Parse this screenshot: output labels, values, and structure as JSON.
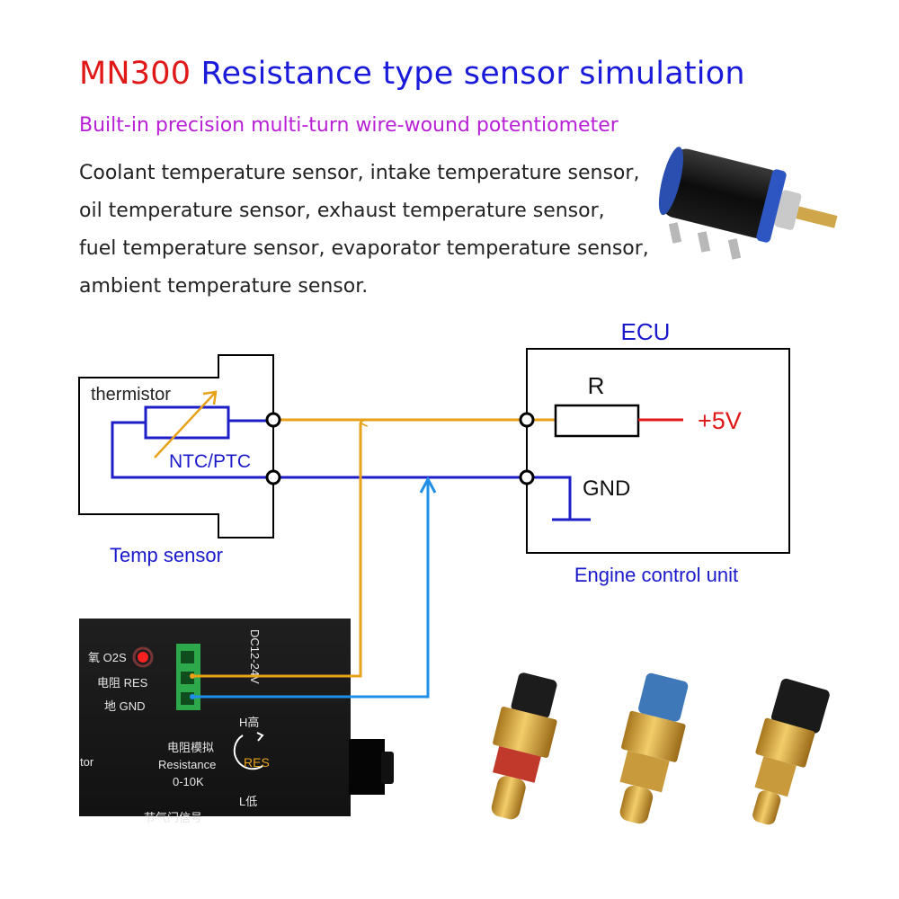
{
  "header": {
    "title_model": "MN300",
    "title_rest": "Resistance type sensor simulation",
    "subtitle": "Built-in precision multi-turn wire-wound potentiometer",
    "description_lines": [
      "Coolant temperature sensor, intake temperature sensor,",
      "oil temperature sensor, exhaust temperature sensor,",
      "fuel temperature sensor, evaporator temperature sensor,",
      "ambient temperature sensor."
    ]
  },
  "diagram": {
    "sensor": {
      "thermistor_label": "thermistor",
      "type_label": "NTC/PTC",
      "caption": "Temp sensor"
    },
    "ecu": {
      "title": "ECU",
      "resistor_label": "R",
      "supply_label": "+5V",
      "ground_label": "GND",
      "caption": "Engine control unit"
    },
    "device": {
      "o2s_label": "氧 O2S",
      "res_label": "电阻 RES",
      "gnd_label": "地 GND",
      "voltage_label": "DC12-24V",
      "high_label": "H高",
      "mode_label_cn": "电阻模拟",
      "mode_label_en": "Resistance",
      "range_label": "0-10K",
      "knob_label": "RES",
      "low_label": "L低",
      "partial_left": "tor",
      "partial_bottom": "节气门信号"
    }
  },
  "colors": {
    "signal_wire": "#e8a21a",
    "ground_wire": "#1e1ec8",
    "probe_wire": "#1f8fe8",
    "supply_wire": "#e01818",
    "model_text": "#e01818",
    "title_text": "#1a1adb",
    "subtitle_text": "#b81fd6",
    "label_blue": "#1a1acc"
  },
  "icons": [
    "potentiometer-image",
    "resistor-icon",
    "ground-icon",
    "adjust-arrow-icon",
    "led-indicator-icon",
    "terminal-block-icon",
    "rotate-icon",
    "sensor-probe-image"
  ]
}
